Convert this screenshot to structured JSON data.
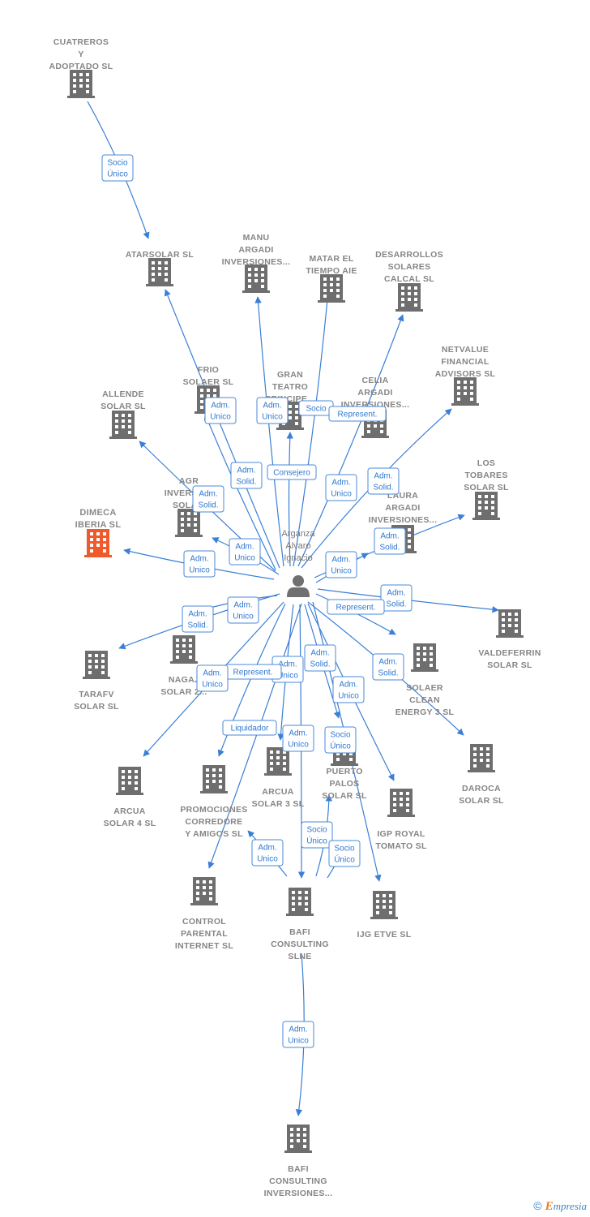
{
  "colors": {
    "edge": "#3a7fd5",
    "building": "#6e6e6e",
    "focus_building": "#f05a2a",
    "person": "#707070"
  },
  "person": {
    "lines": [
      "Arganza",
      "Alvaro",
      "Ignacio"
    ],
    "icon": "person-icon"
  },
  "nodes": [
    {
      "id": "cuatreros",
      "lines": [
        "CUATREROS",
        "Y",
        "ADOPTADO  SL"
      ]
    },
    {
      "id": "atarsolar",
      "lines": [
        "ATARSOLAR SL"
      ]
    },
    {
      "id": "manu",
      "lines": [
        "MANU",
        "ARGADI",
        "INVERSIONES..."
      ]
    },
    {
      "id": "matar",
      "lines": [
        "MATAR EL",
        "TIEMPO  AIE"
      ]
    },
    {
      "id": "desarrollos",
      "lines": [
        "DESARROLLOS",
        "SOLARES",
        "CALCAL SL"
      ]
    },
    {
      "id": "netvalue",
      "lines": [
        "NETVALUE",
        "FINANCIAL",
        "ADVISORS  SL"
      ]
    },
    {
      "id": "frio",
      "lines": [
        "FRIO",
        "SOLAER SL"
      ]
    },
    {
      "id": "gran",
      "lines": [
        "GRAN",
        "TEATRO",
        "PRINCIPE..."
      ]
    },
    {
      "id": "celia",
      "lines": [
        "CELIA",
        "ARGADI",
        "INVERSIONES..."
      ]
    },
    {
      "id": "allende",
      "lines": [
        "ALLENDE",
        "SOLAR SL"
      ]
    },
    {
      "id": "agr",
      "lines": [
        "AGR",
        "INVERSION",
        "SOLA..."
      ]
    },
    {
      "id": "laura",
      "lines": [
        "LAURA",
        "ARGADI",
        "INVERSIONES..."
      ]
    },
    {
      "id": "tobares",
      "lines": [
        "LOS",
        "TOBARES",
        "SOLAR SL"
      ]
    },
    {
      "id": "dimeca",
      "lines": [
        "DIMECA",
        "IBERIA  SL"
      ],
      "focus": true
    },
    {
      "id": "valdeferrin",
      "lines": [
        "VALDEFERRIN",
        "SOLAR SL"
      ]
    },
    {
      "id": "nagaj",
      "lines": [
        "NAGAJ",
        "SOLAR 2..."
      ]
    },
    {
      "id": "tarafv",
      "lines": [
        "TARAFV",
        "SOLAR SL"
      ]
    },
    {
      "id": "solaer",
      "lines": [
        "SOLAER",
        "CLEAN",
        "ENERGY 3  SL"
      ]
    },
    {
      "id": "daroca",
      "lines": [
        "DAROCA",
        "SOLAR SL"
      ]
    },
    {
      "id": "arcua4",
      "lines": [
        "ARCUA",
        "SOLAR 4 SL"
      ]
    },
    {
      "id": "promociones",
      "lines": [
        "PROMOCIONES",
        "CORREDORE",
        "Y AMIGOS  SL"
      ]
    },
    {
      "id": "arcua3",
      "lines": [
        "ARCUA",
        "SOLAR 3 SL"
      ]
    },
    {
      "id": "puerto",
      "lines": [
        "PUERTO",
        "PALOS",
        "SOLAR SL"
      ]
    },
    {
      "id": "igp",
      "lines": [
        "IGP ROYAL",
        "TOMATO  SL"
      ]
    },
    {
      "id": "control",
      "lines": [
        "CONTROL",
        "PARENTAL",
        "INTERNET  SL"
      ]
    },
    {
      "id": "bafi_slne",
      "lines": [
        "BAFI",
        "CONSULTING",
        "SLNE"
      ]
    },
    {
      "id": "ijg",
      "lines": [
        "IJG ETVE SL"
      ]
    },
    {
      "id": "bafi_inv",
      "lines": [
        "BAFI",
        "CONSULTING",
        "INVERSIONES..."
      ]
    }
  ],
  "edge_labels": [
    {
      "id": "e-cuatreros",
      "lines": [
        "Socio",
        "Único"
      ]
    },
    {
      "id": "e-frio",
      "lines": [
        "Adm.",
        "Unico"
      ]
    },
    {
      "id": "e-gran",
      "lines": [
        "Adm.",
        "Unico"
      ]
    },
    {
      "id": "e-socio-top",
      "lines": [
        "Socio"
      ]
    },
    {
      "id": "e-represent-top",
      "lines": [
        "Represent."
      ]
    },
    {
      "id": "e-atarsolar",
      "lines": [
        "Adm.",
        "Solid."
      ]
    },
    {
      "id": "e-consejero",
      "lines": [
        "Consejero"
      ]
    },
    {
      "id": "e-desarrollos",
      "lines": [
        "Adm.",
        "Unico"
      ]
    },
    {
      "id": "e-netvalue",
      "lines": [
        "Adm.",
        "Solid."
      ]
    },
    {
      "id": "e-allende",
      "lines": [
        "Adm.",
        "Solid."
      ]
    },
    {
      "id": "e-agr",
      "lines": [
        "Adm.",
        "Unico"
      ]
    },
    {
      "id": "e-tobares",
      "lines": [
        "Adm.",
        "Solid."
      ]
    },
    {
      "id": "e-dimeca",
      "lines": [
        "Adm.",
        "Unico"
      ]
    },
    {
      "id": "e-laura",
      "lines": [
        "Adm.",
        "Unico"
      ]
    },
    {
      "id": "e-nagaj",
      "lines": [
        "Adm.",
        "Unico"
      ]
    },
    {
      "id": "e-valdeferrin",
      "lines": [
        "Adm.",
        "Solid."
      ]
    },
    {
      "id": "e-tarafv",
      "lines": [
        "Adm.",
        "Solid."
      ]
    },
    {
      "id": "e-represent-mid",
      "lines": [
        "Represent."
      ]
    },
    {
      "id": "e-arcua4",
      "lines": [
        "Adm.",
        "Unico"
      ]
    },
    {
      "id": "e-represent-low",
      "lines": [
        "Represent."
      ]
    },
    {
      "id": "e-arcua3a",
      "lines": [
        "Adm.",
        "Unico"
      ]
    },
    {
      "id": "e-puerto-a",
      "lines": [
        "Adm.",
        "Solid."
      ]
    },
    {
      "id": "e-solaer",
      "lines": [
        "Adm.",
        "Solid."
      ]
    },
    {
      "id": "e-igp",
      "lines": [
        "Adm.",
        "Unico"
      ]
    },
    {
      "id": "e-liquidador",
      "lines": [
        "Liquidador"
      ]
    },
    {
      "id": "e-arcua3b",
      "lines": [
        "Adm.",
        "Unico"
      ]
    },
    {
      "id": "e-puerto-b",
      "lines": [
        "Socio",
        "Único"
      ]
    },
    {
      "id": "e-bafi-socio",
      "lines": [
        "Socio",
        "Único"
      ]
    },
    {
      "id": "e-ijg-socio",
      "lines": [
        "Socio",
        "Único"
      ]
    },
    {
      "id": "e-promo",
      "lines": [
        "Adm.",
        "Unico"
      ]
    },
    {
      "id": "e-bafi-inv",
      "lines": [
        "Adm.",
        "Unico"
      ]
    }
  ],
  "footer": {
    "copyright": "©",
    "brand_first": "E",
    "brand_rest": "mpresia"
  }
}
